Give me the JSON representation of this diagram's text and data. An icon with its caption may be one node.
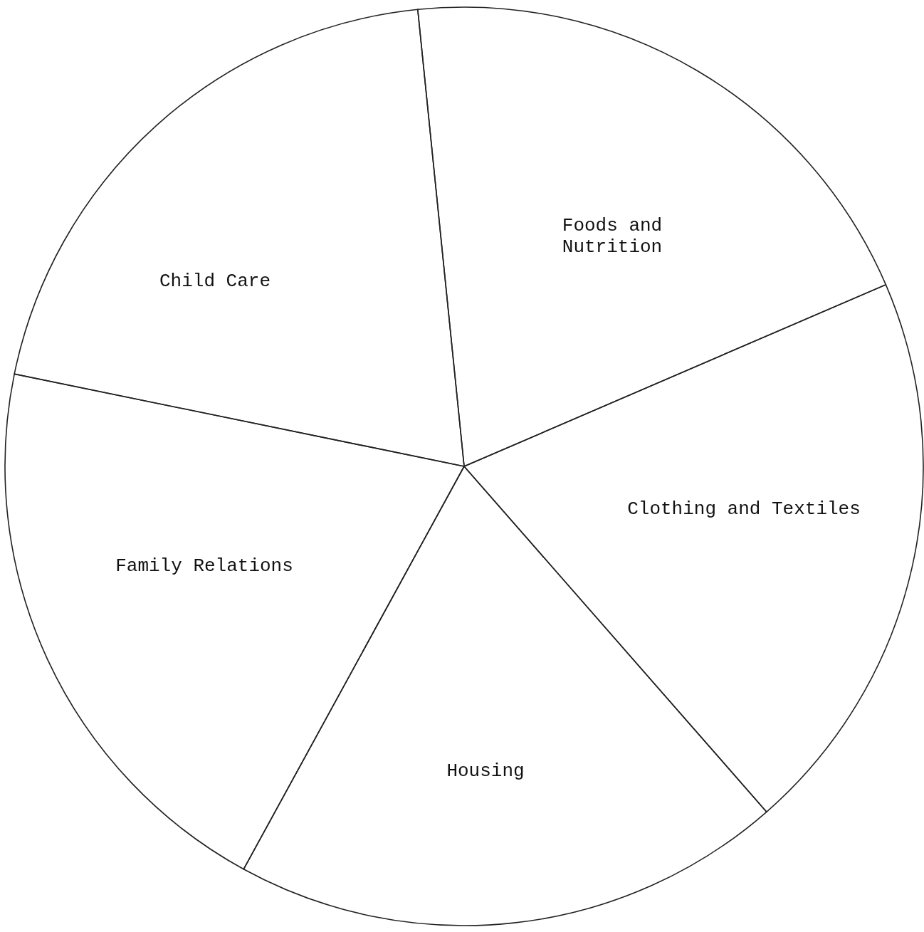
{
  "diagram": {
    "nodes": [
      {
        "text": [
          "Child Care"
        ]
      },
      {
        "text": [
          "Foods and Nutrition"
        ]
      },
      {
        "text": [
          "Clothing and Textiles"
        ]
      },
      {
        "text": [
          "Family Relations"
        ]
      },
      {
        "text": [
          "Housing"
        ]
      }
    ]
  }
}
